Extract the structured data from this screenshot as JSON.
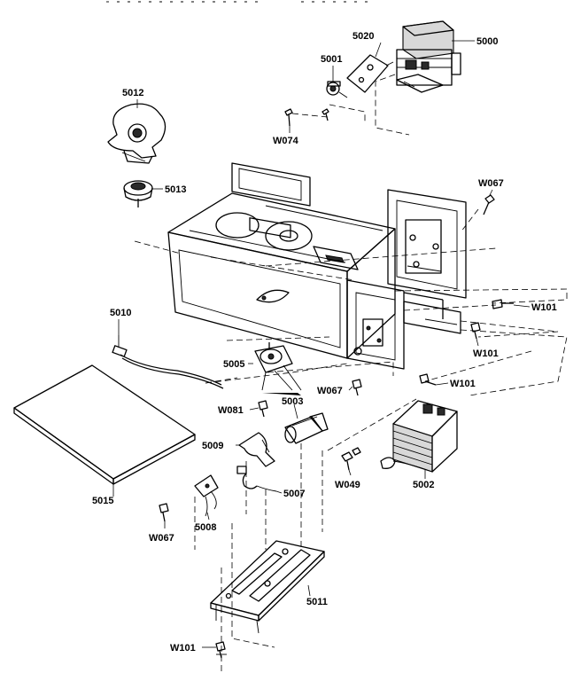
{
  "diagram": {
    "labels": {
      "l5000": "5000",
      "l5020": "5020",
      "l5001": "5001",
      "l5012": "5012",
      "lW074": "W074",
      "l5013": "5013",
      "lW067a": "W067",
      "l5010": "5010",
      "lW101a": "W101",
      "lW101b": "W101",
      "l5005": "5005",
      "lW067b": "W067",
      "lW101c": "W101",
      "lW081": "W081",
      "l5003": "5003",
      "l5009": "5009",
      "lW049": "W049",
      "l5002": "5002",
      "l5015": "5015",
      "l5007": "5007",
      "lW067c": "W067",
      "l5008": "5008",
      "l5011": "5011",
      "lW101d": "W101"
    }
  }
}
